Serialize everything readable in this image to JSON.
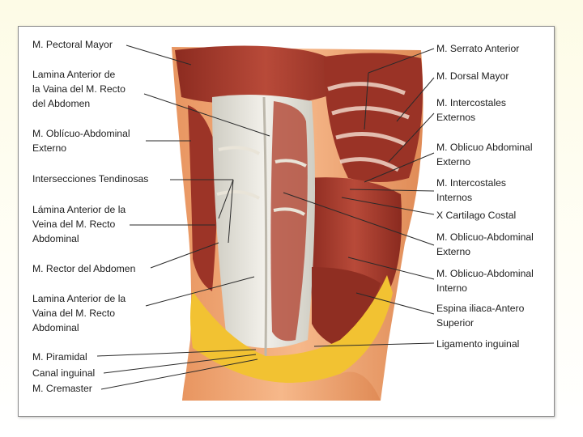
{
  "labels_left": [
    {
      "id": "pectoral",
      "lines": [
        "M. Pectoral Mayor"
      ]
    },
    {
      "id": "lamina1",
      "lines": [
        "Lamina Anterior de",
        "la Vaina del M. Recto",
        "del Abdomen"
      ]
    },
    {
      "id": "obliculo",
      "lines": [
        "M. Oblícuo-Abdominal",
        "Externo"
      ]
    },
    {
      "id": "intersecciones",
      "lines": [
        "Intersecciones Tendinosas"
      ]
    },
    {
      "id": "lamina2",
      "lines": [
        "Lámina Anterior de la",
        "Veina del M. Recto",
        "Abdominal"
      ]
    },
    {
      "id": "rector",
      "lines": [
        "M. Rector del Abdomen"
      ]
    },
    {
      "id": "lamina3",
      "lines": [
        "Lamina Anterior de la",
        "Vaina del M. Recto",
        "Abdominal"
      ]
    },
    {
      "id": "piramidal",
      "lines": [
        "M. Piramidal"
      ]
    },
    {
      "id": "canal",
      "lines": [
        "Canal inguinal"
      ]
    },
    {
      "id": "cremaster",
      "lines": [
        "M. Cremaster"
      ]
    }
  ],
  "labels_right": [
    {
      "id": "serrato",
      "lines": [
        "M. Serrato Anterior"
      ]
    },
    {
      "id": "dorsal",
      "lines": [
        "M. Dorsal Mayor"
      ]
    },
    {
      "id": "intercostales_ext",
      "lines": [
        "M. Intercostales",
        "Externos"
      ]
    },
    {
      "id": "oblicuo_abd_ext",
      "lines": [
        "M. Oblicuo Abdominal",
        "Externo"
      ]
    },
    {
      "id": "intercostales_int",
      "lines": [
        "M. Intercostales",
        "Internos"
      ]
    },
    {
      "id": "cartilago",
      "lines": [
        "X Cartilago Costal"
      ]
    },
    {
      "id": "oblicuo_ext2",
      "lines": [
        "M. Oblicuo-Abdominal",
        "Externo"
      ]
    },
    {
      "id": "oblicuo_int",
      "lines": [
        "M. Oblicuo-Abdominal",
        "Interno"
      ]
    },
    {
      "id": "espina",
      "lines": [
        "Espina iliaca-Antero",
        "Superior"
      ]
    },
    {
      "id": "ligamento",
      "lines": [
        "Ligamento inguinal"
      ]
    }
  ],
  "colors": {
    "muscle": "#a83a2c",
    "muscle_dark": "#7a2219",
    "sheath": "#e6e4dc",
    "skin": "#f0a877",
    "fat": "#f2c232",
    "line": "#2a2a2a"
  }
}
